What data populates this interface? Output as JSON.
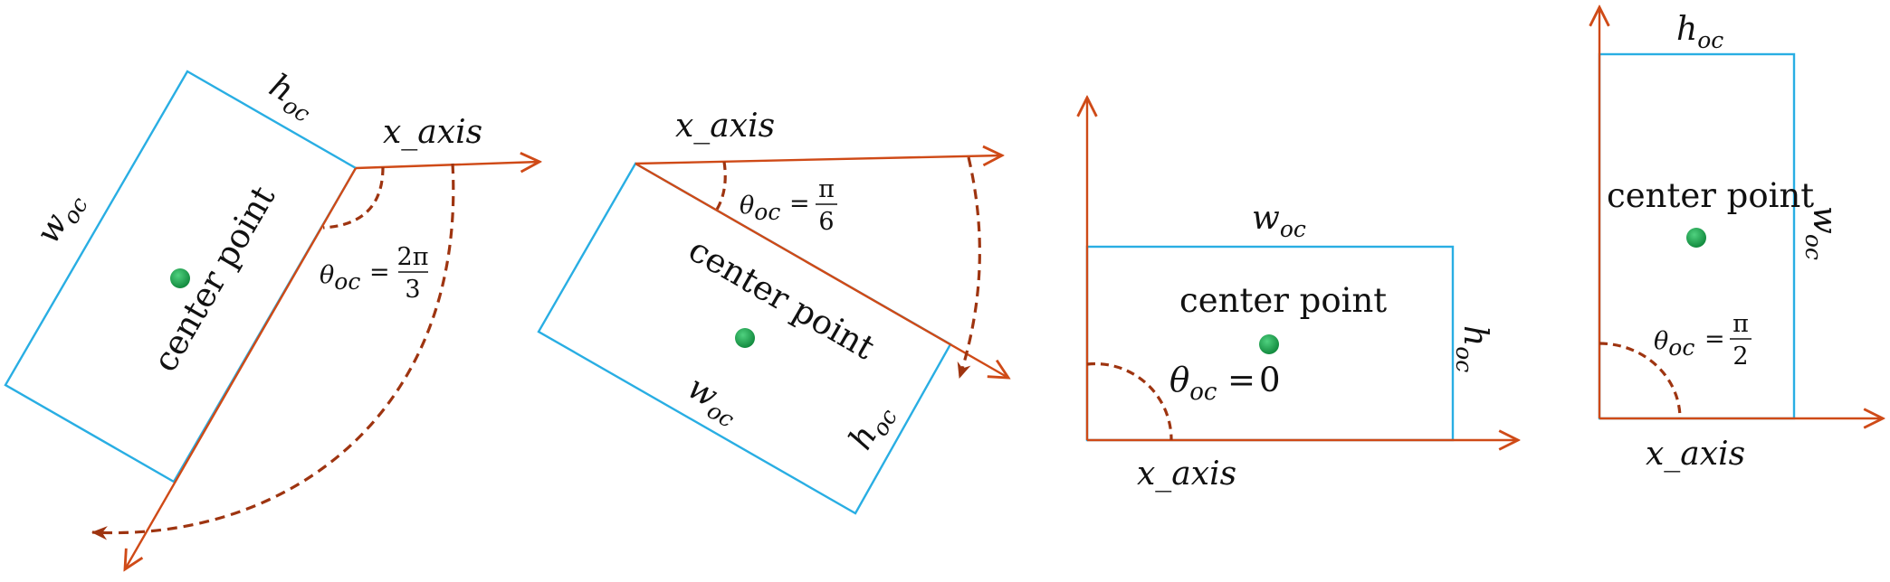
{
  "diagram": {
    "colors": {
      "box": "#29aee3",
      "axis": "#cf4a17",
      "arc": "#9e3410",
      "dot": "#1a9a4a"
    },
    "panels": [
      {
        "w_main": "w",
        "w_sub": "oc",
        "h_main": "h",
        "h_sub": "oc",
        "axis_label": "x_axis",
        "center_label": "center point",
        "theta_main": "θ",
        "theta_sub": "oc",
        "equals": "=",
        "frac_num": "2π",
        "frac_den": "3"
      },
      {
        "w_main": "w",
        "w_sub": "oc",
        "h_main": "h",
        "h_sub": "oc",
        "axis_label": "x_axis",
        "center_label": "center point",
        "theta_main": "θ",
        "theta_sub": "oc",
        "equals": "=",
        "frac_num": "π",
        "frac_den": "6"
      },
      {
        "w_main": "w",
        "w_sub": "oc",
        "h_main": "h",
        "h_sub": "oc",
        "axis_label": "x_axis",
        "center_label": "center point",
        "theta_main": "θ",
        "theta_sub": "oc",
        "equals": "=",
        "value": "0"
      },
      {
        "w_main": "w",
        "w_sub": "oc",
        "h_main": "h",
        "h_sub": "oc",
        "axis_label": "x_axis",
        "center_label": "center point",
        "theta_main": "θ",
        "theta_sub": "oc",
        "equals": "=",
        "frac_num": "π",
        "frac_den": "2"
      }
    ]
  }
}
